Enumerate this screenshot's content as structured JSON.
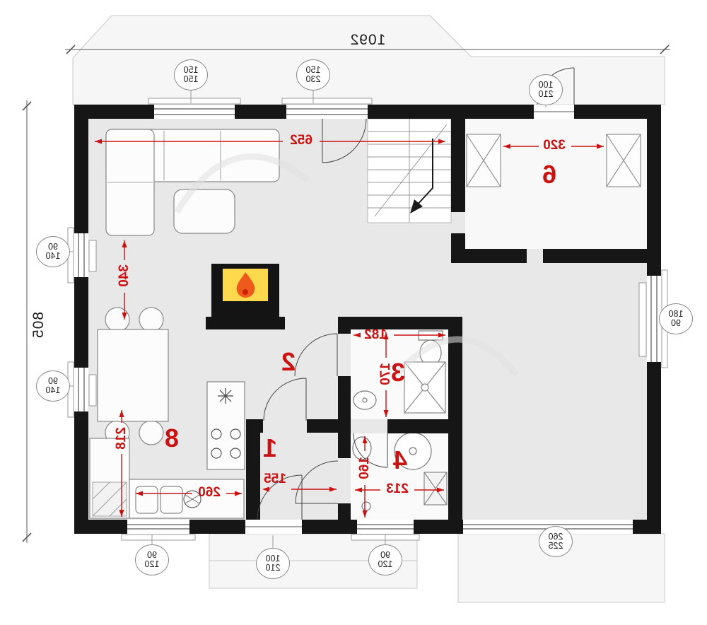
{
  "overall_dimensions": {
    "width_cm": "1092",
    "depth_cm": "805"
  },
  "openings": [
    {
      "name": "window-top-left",
      "line1": "150",
      "line2": "150"
    },
    {
      "name": "door-top-center",
      "line1": "150",
      "line2": "230"
    },
    {
      "name": "door-entry-upper",
      "line1": "100",
      "line2": "210"
    },
    {
      "name": "window-left-upper",
      "line1": "90",
      "line2": "140"
    },
    {
      "name": "window-left-lower",
      "line1": "90",
      "line2": "140"
    },
    {
      "name": "window-right",
      "line1": "180",
      "line2": "90"
    },
    {
      "name": "window-bottom-left",
      "line1": "90",
      "line2": "120"
    },
    {
      "name": "door-entry-lower",
      "line1": "100",
      "line2": "210"
    },
    {
      "name": "window-bottom-middle",
      "line1": "90",
      "line2": "120"
    },
    {
      "name": "door-terrace",
      "line1": "260",
      "line2": "225"
    }
  ],
  "rooms": {
    "r1": "1",
    "r2": "2",
    "r3": "3",
    "r4": "4",
    "r6": "6",
    "r8": "8"
  },
  "red_dims": {
    "d652": "652",
    "d320": "320",
    "d340": "340",
    "d218": "218",
    "d182": "182",
    "d170": "170",
    "d160": "160",
    "d213": "213",
    "d155": "155",
    "d260": "260"
  },
  "colors": {
    "dimension_red": "#cc1111",
    "wall_black": "#161616",
    "flame_yellow": "#ffd94d",
    "flame_orange": "#ee5a1c",
    "floor_gray": "#e8e8e8"
  },
  "icons": {
    "fireplace_flame": "flame-icon"
  }
}
